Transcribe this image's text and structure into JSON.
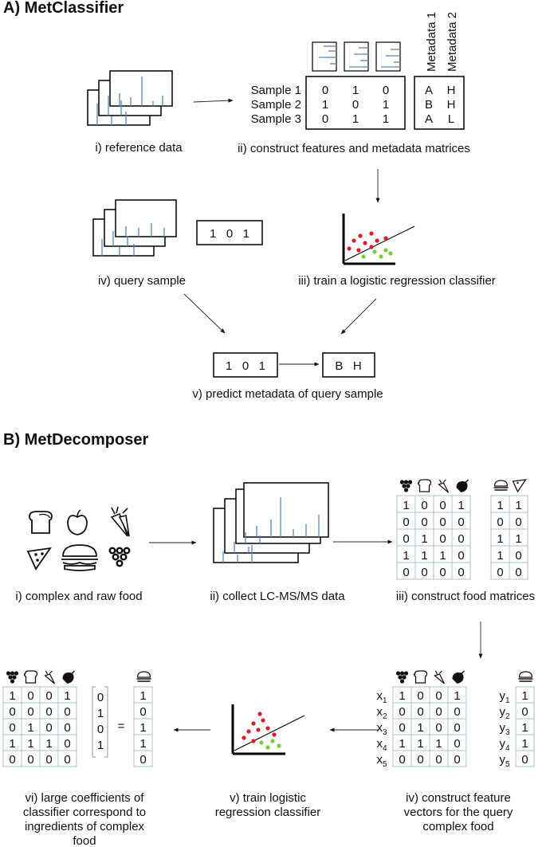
{
  "sectionA": {
    "heading": "A) MetClassifier",
    "caption_i": "i) reference data",
    "caption_ii": "ii) construct features and metadata matrices",
    "caption_iii": "iii) train a logistic regression classifier",
    "caption_iv": "iv) query sample",
    "caption_v": "v) predict metadata of query sample",
    "metadata_headers": [
      "Metadata 1",
      "Metadata 2"
    ],
    "sample_labels": [
      "Sample 1",
      "Sample 2",
      "Sample 3"
    ],
    "feature_matrix": [
      [
        "0",
        "1",
        "0"
      ],
      [
        "1",
        "0",
        "1"
      ],
      [
        "0",
        "1",
        "1"
      ]
    ],
    "metadata_matrix": [
      [
        "A",
        "H"
      ],
      [
        "B",
        "H"
      ],
      [
        "A",
        "L"
      ]
    ],
    "query_vector": "1   0   1",
    "predicted": "B   H"
  },
  "sectionB": {
    "heading": "B) MetDecomposer",
    "caption_i": "i) complex and raw food",
    "caption_ii": "ii) collect LC-MS/MS data",
    "caption_iii": "iii) construct food matrices",
    "caption_iv": [
      "iv) construct feature",
      "vectors for the query",
      "complex food"
    ],
    "caption_v": [
      "v) train logistic",
      "regression classifier"
    ],
    "caption_vi": [
      "vi) large coefficients of",
      "classifier correspond to",
      "ingredients of complex",
      "food"
    ],
    "raw_matrix": [
      [
        "1",
        "0",
        "0",
        "1"
      ],
      [
        "0",
        "0",
        "0",
        "0"
      ],
      [
        "0",
        "1",
        "0",
        "0"
      ],
      [
        "1",
        "1",
        "1",
        "0"
      ],
      [
        "0",
        "0",
        "0",
        "0"
      ]
    ],
    "complex_matrix": [
      [
        "1",
        "1"
      ],
      [
        "0",
        "0"
      ],
      [
        "1",
        "1"
      ],
      [
        "1",
        "0"
      ],
      [
        "0",
        "0"
      ]
    ],
    "x_labels": [
      "x",
      "x",
      "x",
      "x",
      "x"
    ],
    "x_subs": [
      "1",
      "2",
      "3",
      "4",
      "5"
    ],
    "y_labels": [
      "y",
      "y",
      "y",
      "y",
      "y"
    ],
    "y_subs": [
      "1",
      "2",
      "3",
      "4",
      "5"
    ],
    "y_vector": [
      "1",
      "0",
      "1",
      "1",
      "0"
    ],
    "coef_vector": [
      "0",
      "1",
      "0",
      "1"
    ],
    "equals": "=",
    "highlight_color": "#e8501e",
    "cell_border_color": "#aebfd6",
    "spectrum_color": "#5b83b8",
    "dot_colors": {
      "red": "#d81e2c",
      "green": "#7ccb3a"
    }
  }
}
